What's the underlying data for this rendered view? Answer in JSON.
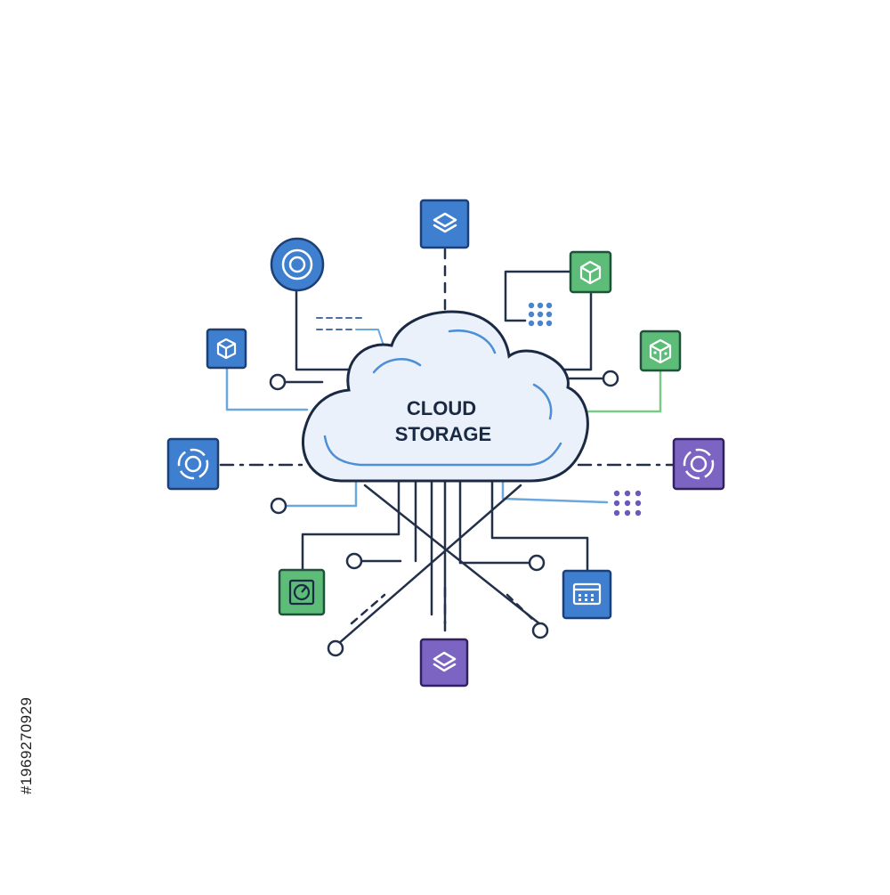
{
  "diagram": {
    "title_line1": "CLOUD",
    "title_line2": "STORAGE",
    "colors": {
      "outline": "#1b2a44",
      "cloud_fill": "#eaf1fa",
      "cloud_highlight": "#4c8fd6",
      "blue": "#3f7fd0",
      "blue_dark": "#1d3f73",
      "green": "#5cbc78",
      "green_dark": "#21513a",
      "purple": "#7b64c2",
      "purple_dark": "#322061",
      "line_blue": "#6aa7dc",
      "line_green": "#7cc98a",
      "line_dark": "#23304a",
      "dot_blue": "#4a84cf",
      "dot_purple": "#6c58b8"
    },
    "nodes": [
      {
        "id": "top",
        "icon": "layers-icon",
        "color": "blue"
      },
      {
        "id": "top-left-circle",
        "icon": "target-icon",
        "color": "blue"
      },
      {
        "id": "top-right",
        "icon": "box-icon",
        "color": "green"
      },
      {
        "id": "left-upper",
        "icon": "cube-icon",
        "color": "blue"
      },
      {
        "id": "right-upper",
        "icon": "dice-icon",
        "color": "green"
      },
      {
        "id": "left-middle",
        "icon": "ring-icon",
        "color": "blue"
      },
      {
        "id": "right-middle",
        "icon": "ring-icon",
        "color": "purple"
      },
      {
        "id": "bottom-left",
        "icon": "gauge-icon",
        "color": "green"
      },
      {
        "id": "bottom-right",
        "icon": "calendar-icon",
        "color": "blue"
      },
      {
        "id": "bottom",
        "icon": "layers-icon",
        "color": "purple"
      }
    ]
  },
  "watermark": {
    "id_text": "#1969270929"
  }
}
